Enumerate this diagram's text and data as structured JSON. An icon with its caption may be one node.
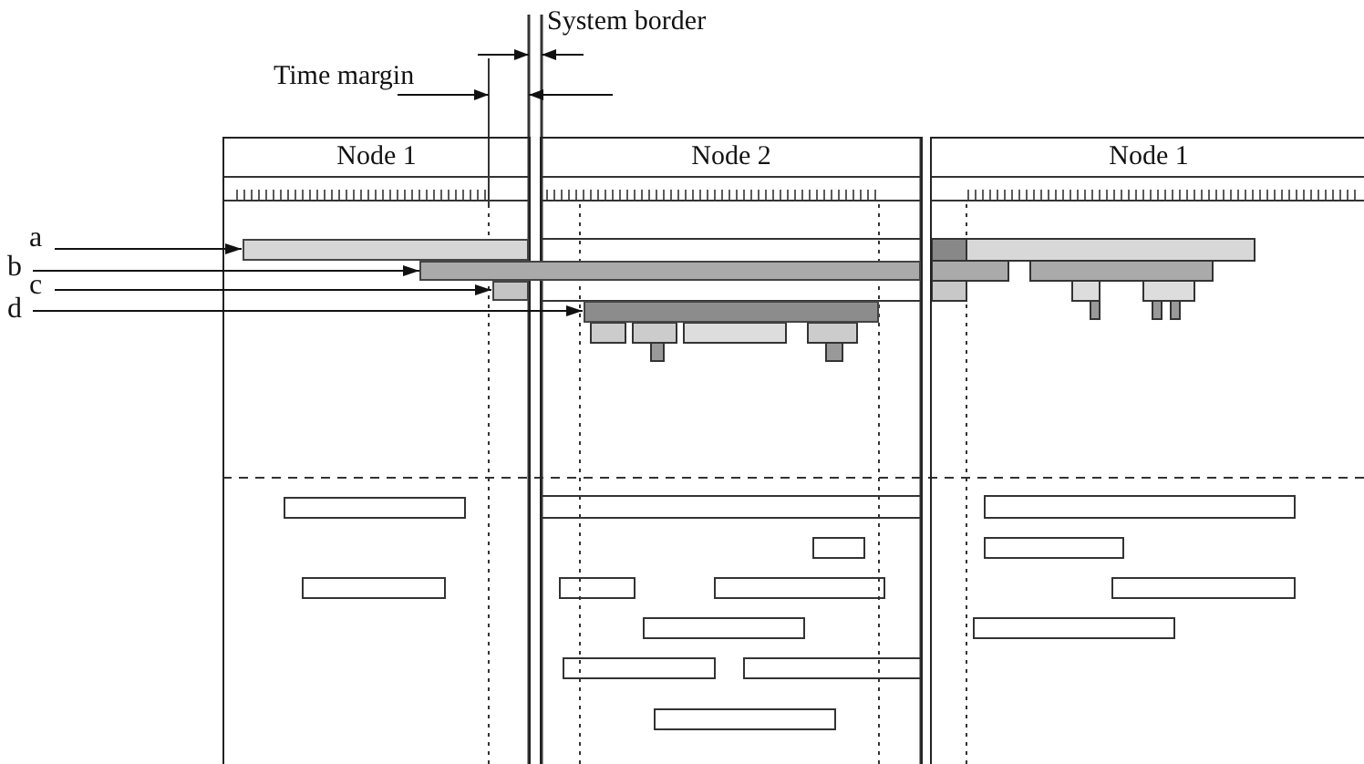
{
  "diagram": {
    "nodes": [
      {
        "text": [
          "Node 1"
        ]
      },
      {
        "text": [
          "Node 2"
        ]
      },
      {
        "text": [
          "Node 1"
        ]
      },
      {
        "text": [
          "a"
        ]
      },
      {
        "text": [
          "b"
        ]
      },
      {
        "text": [
          "c"
        ]
      },
      {
        "text": [
          "d"
        ]
      },
      {
        "text": [],
        "shape": "bar",
        "in": 0
      },
      {
        "text": [],
        "shape": "bar"
      },
      {
        "text": [],
        "shape": "bar",
        "in": 0
      },
      {
        "text": [],
        "shape": "bar",
        "in": 1
      }
    ],
    "edges": [
      {
        "from": 3,
        "to": 7,
        "arrow": "to"
      },
      {
        "from": 4,
        "to": 8,
        "arrow": "to"
      },
      {
        "from": 5,
        "to": 9,
        "arrow": "to"
      },
      {
        "from": 6,
        "to": 10,
        "arrow": "to"
      }
    ],
    "labels": [
      "System border",
      "Time margin"
    ]
  }
}
